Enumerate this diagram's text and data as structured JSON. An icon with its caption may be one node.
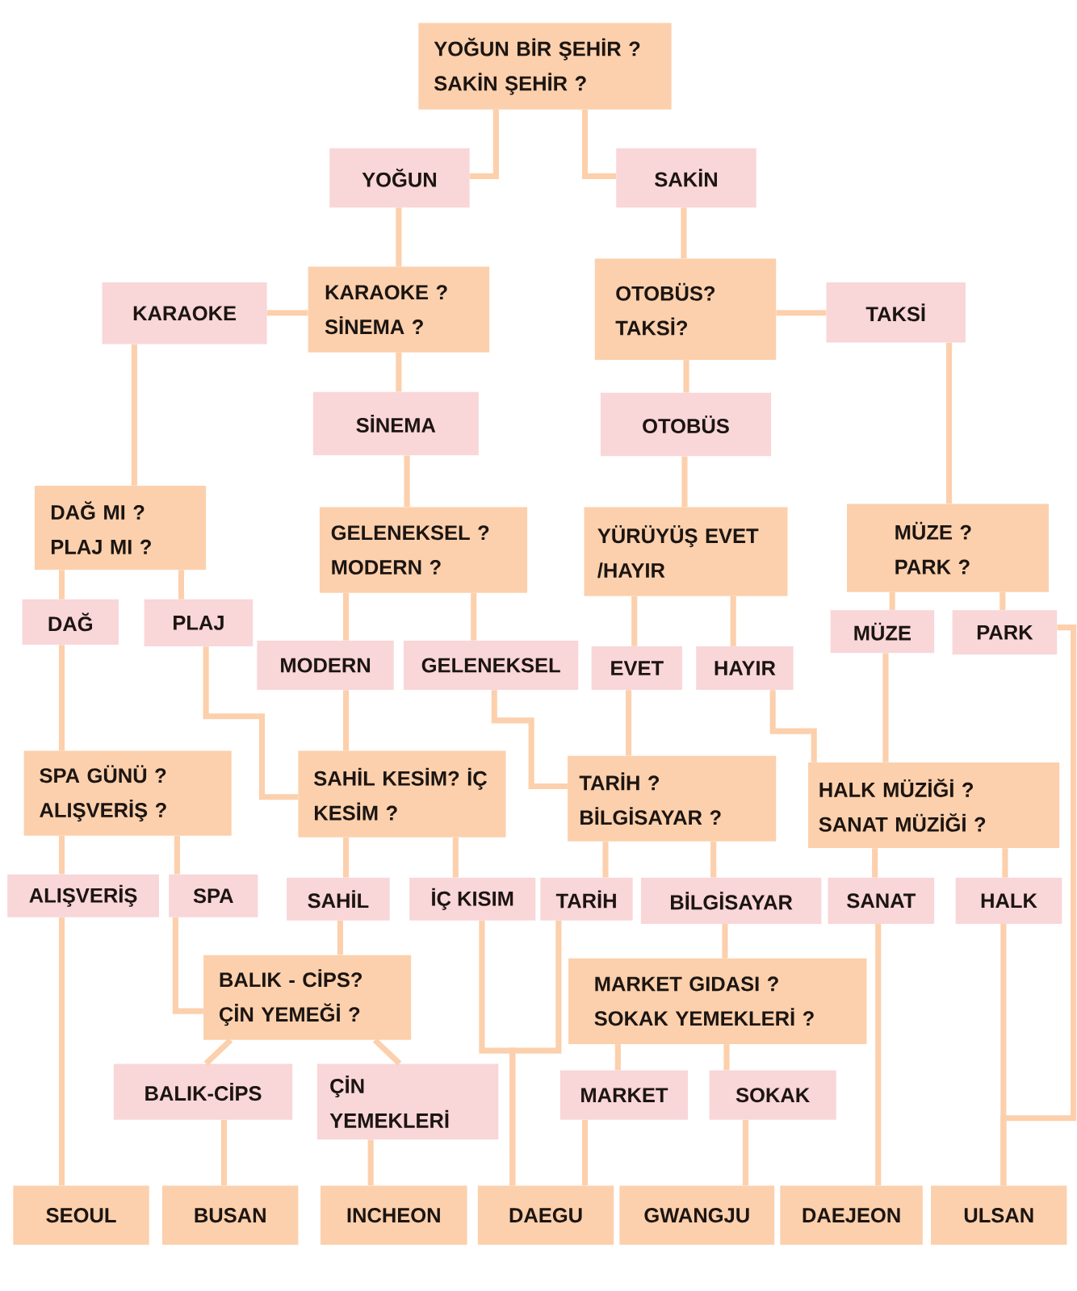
{
  "diagram": {
    "nodes": [
      {
        "text": [
          "YOĞUN BİR ŞEHİR ? SAKİN ŞEHİR ?"
        ]
      },
      {
        "text": [
          "YOĞUN"
        ]
      },
      {
        "text": [
          "SAKİN"
        ]
      },
      {
        "text": [
          "KARAOKE"
        ]
      },
      {
        "text": [
          "KARAOKE ? SİNEMA ?"
        ]
      },
      {
        "text": [
          "OTOBÜS? TAKSİ?"
        ]
      },
      {
        "text": [
          "TAKSİ"
        ]
      },
      {
        "text": [
          "SİNEMA"
        ]
      },
      {
        "text": [
          "OTOBÜS"
        ]
      },
      {
        "text": [
          "DAĞ MI ? PLAJ MI ?"
        ]
      },
      {
        "text": [
          "GELENEKSEL ? MODERN ?"
        ]
      },
      {
        "text": [
          "YÜRÜYÜŞ EVET /HAYIR"
        ]
      },
      {
        "text": [
          "MÜZE ? PARK ?"
        ]
      },
      {
        "text": [
          "DAĞ"
        ]
      },
      {
        "text": [
          "PLAJ"
        ]
      },
      {
        "text": [
          "MODERN"
        ]
      },
      {
        "text": [
          "GELENEKSEL"
        ]
      },
      {
        "text": [
          "EVET"
        ]
      },
      {
        "text": [
          "HAYIR"
        ]
      },
      {
        "text": [
          "MÜZE"
        ]
      },
      {
        "text": [
          "PARK"
        ]
      },
      {
        "text": [
          "SPA GÜNÜ ? ALIŞVERİŞ ?"
        ]
      },
      {
        "text": [
          "SAHİL KESİM? İÇ KESİM ?"
        ]
      },
      {
        "text": [
          "TARİH ? BİLGİSAYAR ?"
        ]
      },
      {
        "text": [
          "HALK MÜZİĞİ ? SANAT MÜZİĞİ ?"
        ]
      },
      {
        "text": [
          "ALIŞVERİŞ"
        ]
      },
      {
        "text": [
          "SPA"
        ]
      },
      {
        "text": [
          "SAHİL"
        ]
      },
      {
        "text": [
          "İÇ KISIM"
        ]
      },
      {
        "text": [
          "TARİH"
        ]
      },
      {
        "text": [
          "BİLGİSAYAR"
        ]
      },
      {
        "text": [
          "SANAT"
        ]
      },
      {
        "text": [
          "HALK"
        ]
      },
      {
        "text": [
          "BALIK - CİPS? ÇİN YEMEĞİ ?"
        ]
      },
      {
        "text": [
          "MARKET GIDASI ? SOKAK YEMEKLERİ ?"
        ]
      },
      {
        "text": [
          "BALIK-CİPS"
        ]
      },
      {
        "text": [
          "ÇİN YEMEKLERİ"
        ]
      },
      {
        "text": [
          "MARKET"
        ]
      },
      {
        "text": [
          "SOKAK"
        ]
      },
      {
        "text": [
          "SEOUL"
        ]
      },
      {
        "text": [
          "BUSAN"
        ]
      },
      {
        "text": [
          "INCHEON"
        ]
      },
      {
        "text": [
          "DAEGU"
        ]
      },
      {
        "text": [
          "GWANGJU"
        ]
      },
      {
        "text": [
          "DAEJEON"
        ]
      },
      {
        "text": [
          "ULSAN"
        ]
      }
    ],
    "edges": [
      {
        "from": 0,
        "to": 1,
        "arrow": "none"
      },
      {
        "from": 0,
        "to": 2,
        "arrow": "none"
      },
      {
        "from": 1,
        "to": 4,
        "arrow": "none"
      },
      {
        "from": 2,
        "to": 5,
        "arrow": "none"
      },
      {
        "from": 4,
        "to": 3,
        "arrow": "none"
      },
      {
        "from": 5,
        "to": 6,
        "arrow": "none"
      },
      {
        "from": 4,
        "to": 7,
        "arrow": "none"
      },
      {
        "from": 5,
        "to": 8,
        "arrow": "none"
      },
      {
        "from": 3,
        "to": 9,
        "arrow": "none"
      },
      {
        "from": 6,
        "to": 12,
        "arrow": "none"
      },
      {
        "from": 7,
        "to": 10,
        "arrow": "none"
      },
      {
        "from": 8,
        "to": 11,
        "arrow": "none"
      },
      {
        "from": 9,
        "to": 13,
        "arrow": "none"
      },
      {
        "from": 9,
        "to": 14,
        "arrow": "none"
      },
      {
        "from": 10,
        "to": 15,
        "arrow": "none"
      },
      {
        "from": 10,
        "to": 16,
        "arrow": "none"
      },
      {
        "from": 11,
        "to": 17,
        "arrow": "none"
      },
      {
        "from": 11,
        "to": 18,
        "arrow": "none"
      },
      {
        "from": 12,
        "to": 19,
        "arrow": "none"
      },
      {
        "from": 12,
        "to": 20,
        "arrow": "none"
      },
      {
        "from": 13,
        "to": 21,
        "arrow": "none"
      },
      {
        "from": 14,
        "to": 22,
        "arrow": "none"
      },
      {
        "from": 15,
        "to": 22,
        "arrow": "none"
      },
      {
        "from": 16,
        "to": 23,
        "arrow": "none"
      },
      {
        "from": 17,
        "to": 23,
        "arrow": "none"
      },
      {
        "from": 18,
        "to": 24,
        "arrow": "none"
      },
      {
        "from": 19,
        "to": 24,
        "arrow": "none"
      },
      {
        "from": 20,
        "to": 45,
        "arrow": "none"
      },
      {
        "from": 21,
        "to": 25,
        "arrow": "none"
      },
      {
        "from": 21,
        "to": 26,
        "arrow": "none"
      },
      {
        "from": 22,
        "to": 27,
        "arrow": "none"
      },
      {
        "from": 22,
        "to": 28,
        "arrow": "none"
      },
      {
        "from": 23,
        "to": 29,
        "arrow": "none"
      },
      {
        "from": 23,
        "to": 30,
        "arrow": "none"
      },
      {
        "from": 24,
        "to": 31,
        "arrow": "none"
      },
      {
        "from": 24,
        "to": 32,
        "arrow": "none"
      },
      {
        "from": 25,
        "to": 39,
        "arrow": "none"
      },
      {
        "from": 26,
        "to": 33,
        "arrow": "none"
      },
      {
        "from": 27,
        "to": 33,
        "arrow": "none"
      },
      {
        "from": 28,
        "to": 42,
        "arrow": "none"
      },
      {
        "from": 29,
        "to": 42,
        "arrow": "none"
      },
      {
        "from": 30,
        "to": 34,
        "arrow": "none"
      },
      {
        "from": 31,
        "to": 44,
        "arrow": "none"
      },
      {
        "from": 32,
        "to": 45,
        "arrow": "none"
      },
      {
        "from": 33,
        "to": 35,
        "arrow": "none"
      },
      {
        "from": 33,
        "to": 36,
        "arrow": "none"
      },
      {
        "from": 34,
        "to": 37,
        "arrow": "none"
      },
      {
        "from": 34,
        "to": 38,
        "arrow": "none"
      },
      {
        "from": 35,
        "to": 40,
        "arrow": "none"
      },
      {
        "from": 36,
        "to": 41,
        "arrow": "none"
      },
      {
        "from": 37,
        "to": 42,
        "arrow": "none"
      },
      {
        "from": 38,
        "to": 43,
        "arrow": "none"
      }
    ]
  }
}
